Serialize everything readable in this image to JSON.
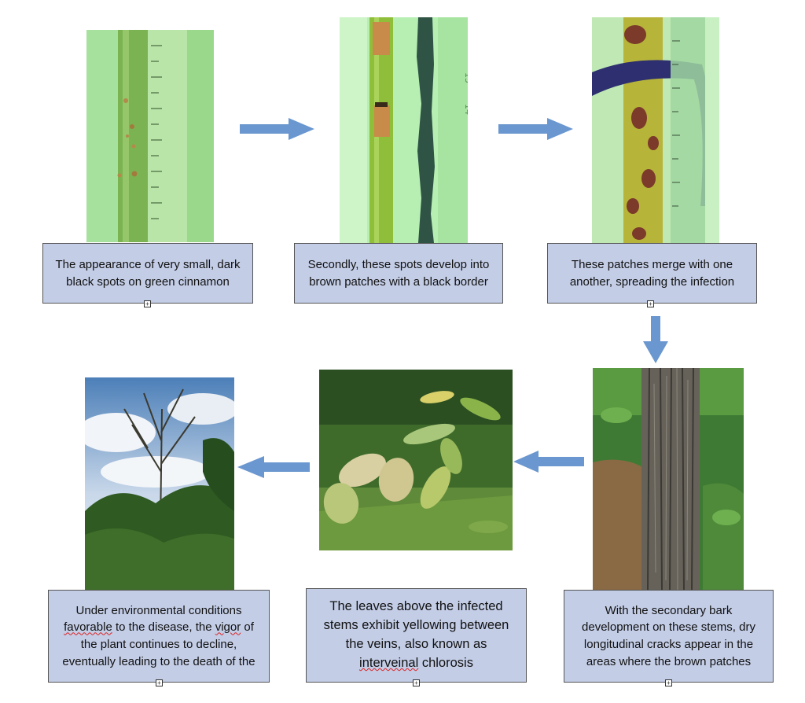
{
  "steps": [
    {
      "caption": [
        "The appearance of very small, dark",
        "black spots on green cinnamon"
      ],
      "image": "green-stem-with-small-dark-spots-and-ruler"
    },
    {
      "caption": [
        "Secondly, these spots develop into",
        "brown patches with a black border"
      ],
      "image": "green-stem-with-brown-patches"
    },
    {
      "caption": [
        "These patches merge with one",
        "another, spreading the infection"
      ],
      "image": "stem-with-merged-brown-patches-and-ruler"
    },
    {
      "caption": [
        "With the secondary bark",
        "development on these stems, dry",
        "longitudinal cracks appear in the",
        "areas where the brown patches"
      ],
      "image": "tree-trunk-with-cracked-bark"
    },
    {
      "caption_pre": "The leaves above the infected",
      "caption_l2": "stems exhibit yellowing between",
      "caption_l3": "the veins, also known as",
      "caption_word": "interveinal",
      "caption_rest": " chlorosis",
      "image": "leaves-with-yellow-chlorosis"
    },
    {
      "caption_l1": "Under environmental conditions",
      "caption_l2_word": "favorable",
      "caption_l2_rest": " to the disease, the ",
      "caption_l2_word2": "vigor",
      "caption_l2_rest2": " of",
      "caption_l3": "the plant continues to decline,",
      "caption_l4": "eventually leading to the death of the",
      "image": "dying-tree-against-sky"
    }
  ],
  "anchor_glyph": "+",
  "colors": {
    "caption_bg": "#c3cde6",
    "arrow": "#6a97cf"
  },
  "arrow_icon": "block-arrow"
}
